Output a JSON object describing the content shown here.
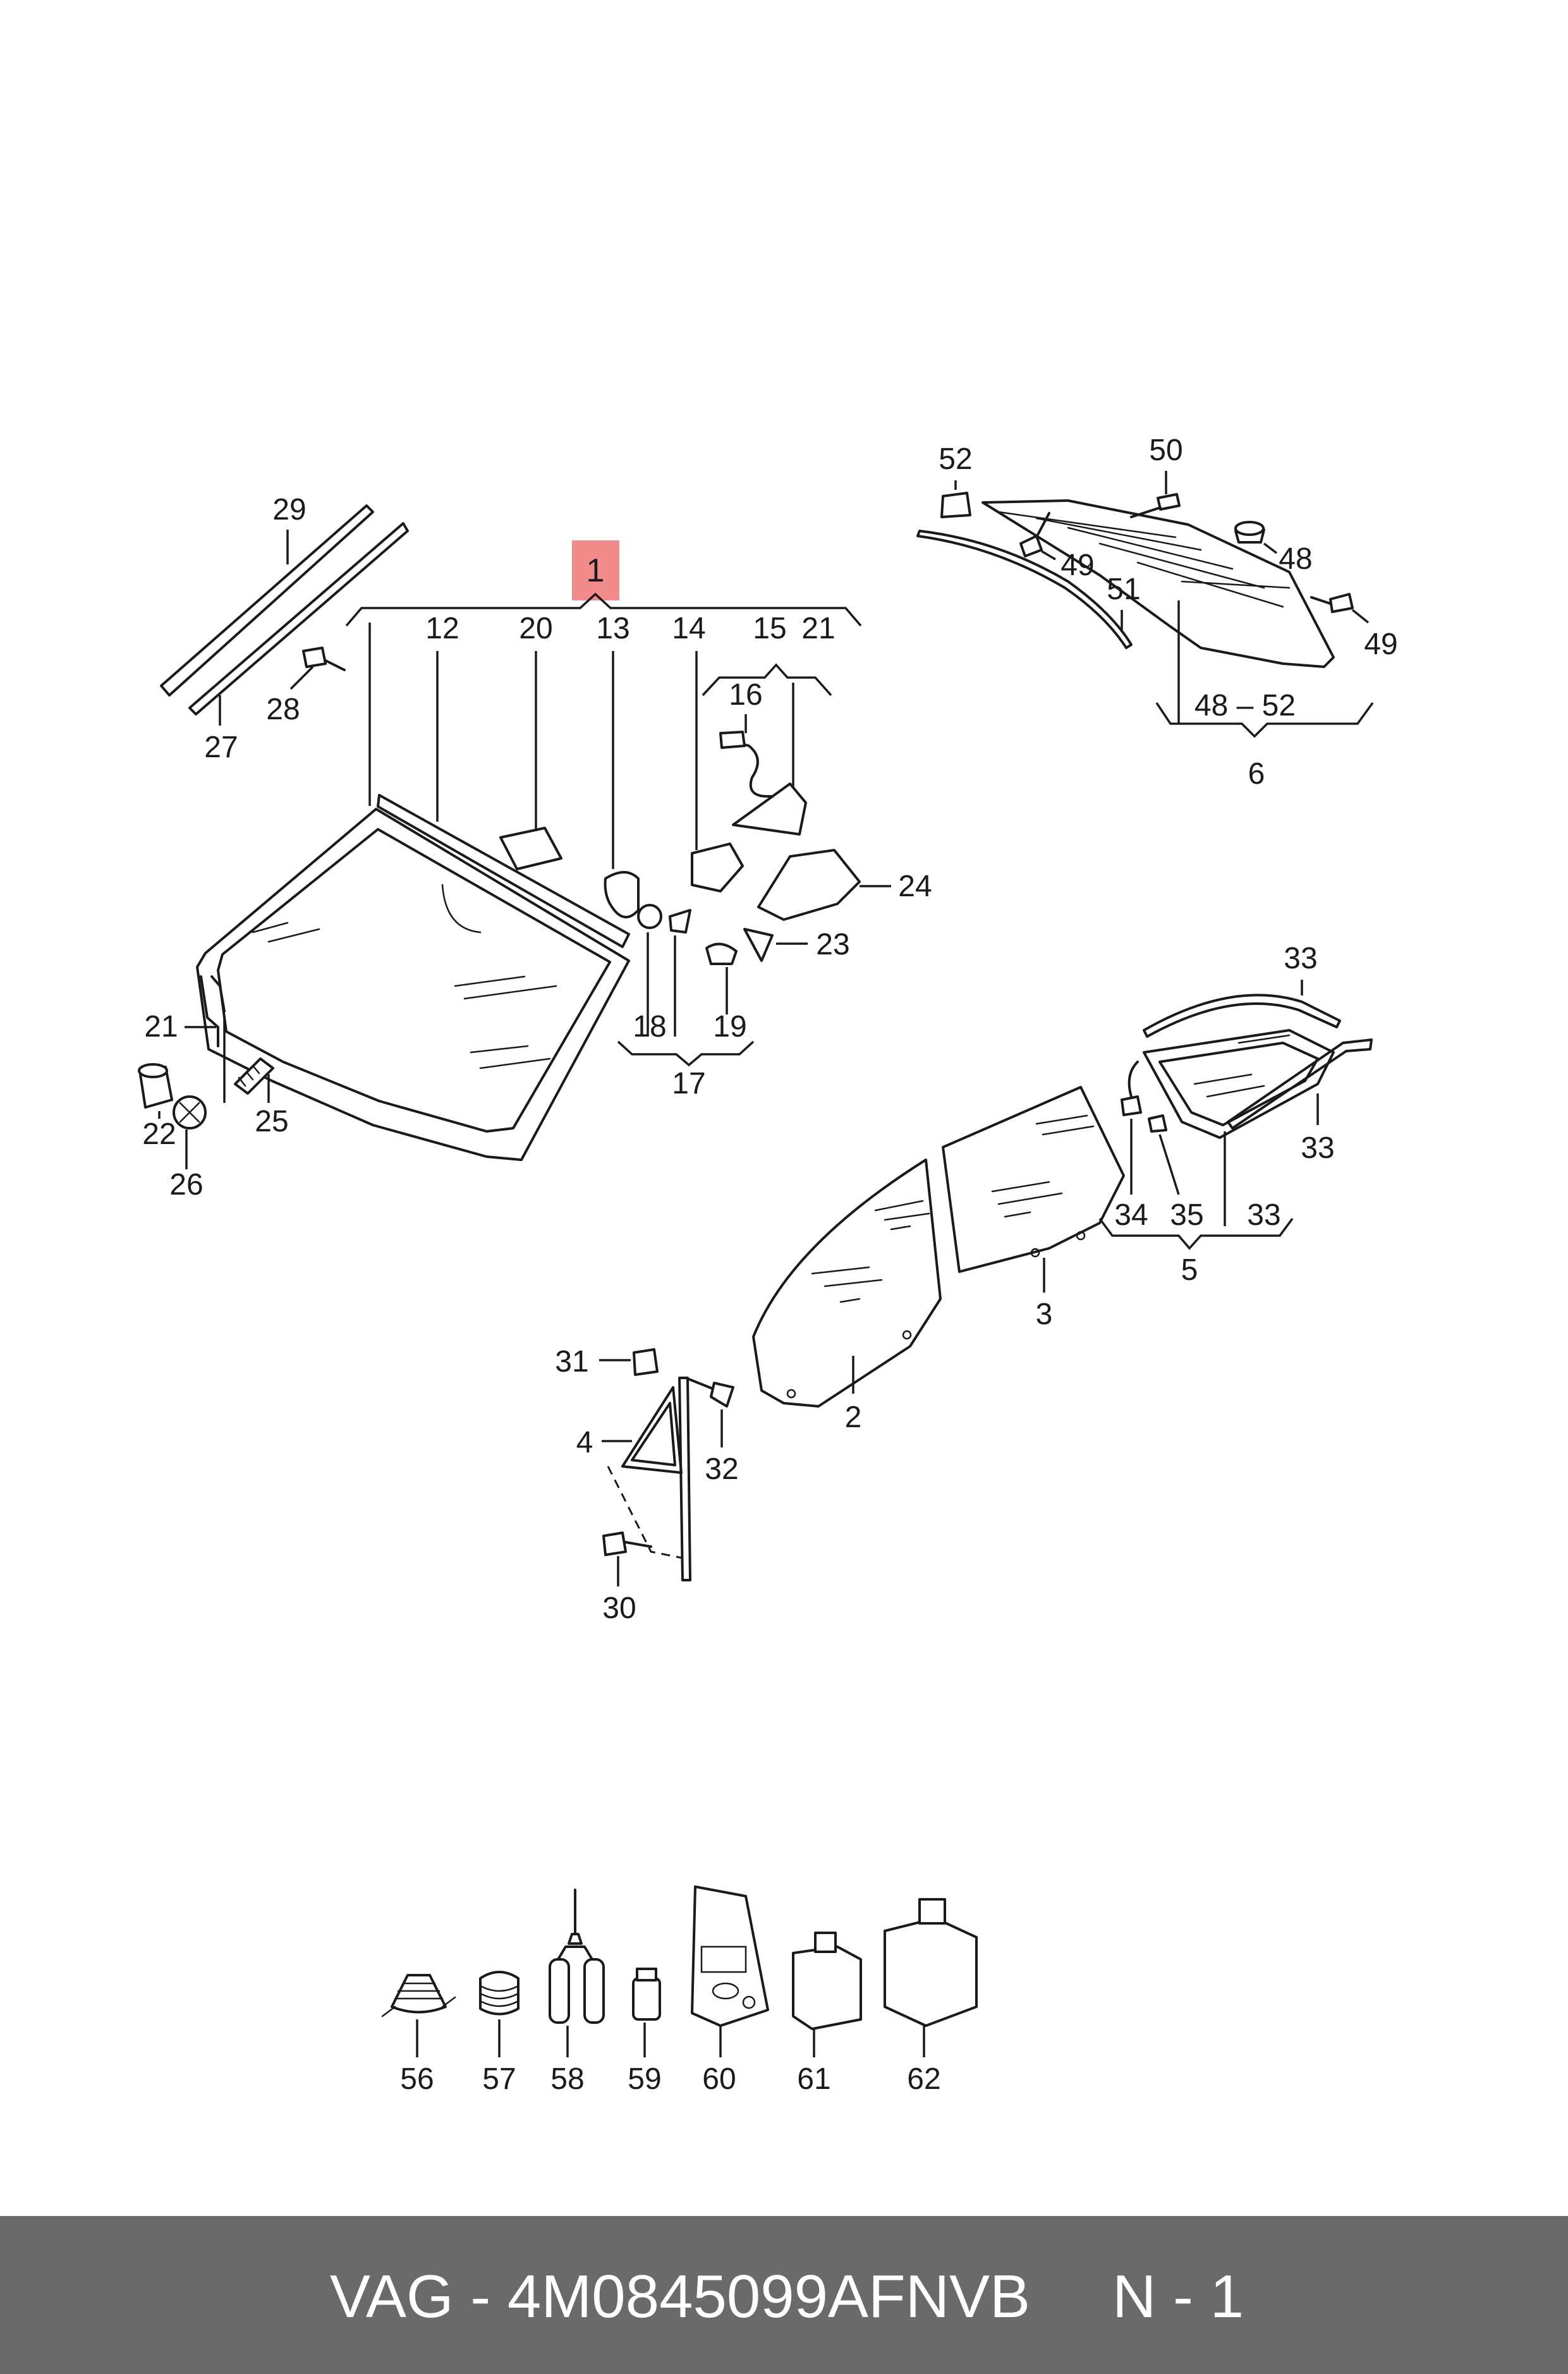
{
  "labels": {
    "l1": "1",
    "l2": "2",
    "l3": "3",
    "l4": "4",
    "l5": "5",
    "l6": "6",
    "l12": "12",
    "l13": "13",
    "l14": "14",
    "l15": "15",
    "l16": "16",
    "l17": "17",
    "l18": "18",
    "l19": "19",
    "l20": "20",
    "l21a": "21",
    "l21b": "21",
    "l22": "22",
    "l23": "23",
    "l24": "24",
    "l25": "25",
    "l26": "26",
    "l27": "27",
    "l28": "28",
    "l29": "29",
    "l30": "30",
    "l31": "31",
    "l32": "32",
    "l33a": "33",
    "l33b": "33",
    "l33c": "33",
    "l34": "34",
    "l35": "35",
    "l48": "48",
    "l48_52": "48 – 52",
    "l49a": "49",
    "l49b": "49",
    "l50": "50",
    "l51": "51",
    "l52": "52",
    "l56": "56",
    "l57": "57",
    "l58": "58",
    "l59": "59",
    "l60": "60",
    "l61": "61",
    "l62": "62"
  },
  "footer": {
    "part_code": "VAG - 4M0845099AFNVB",
    "position": "N - 1"
  },
  "colors": {
    "highlight": "#f28c8c",
    "footer_background": "#6a6a6a",
    "footer_text": "#ffffff",
    "line": "#1a1a1a"
  }
}
